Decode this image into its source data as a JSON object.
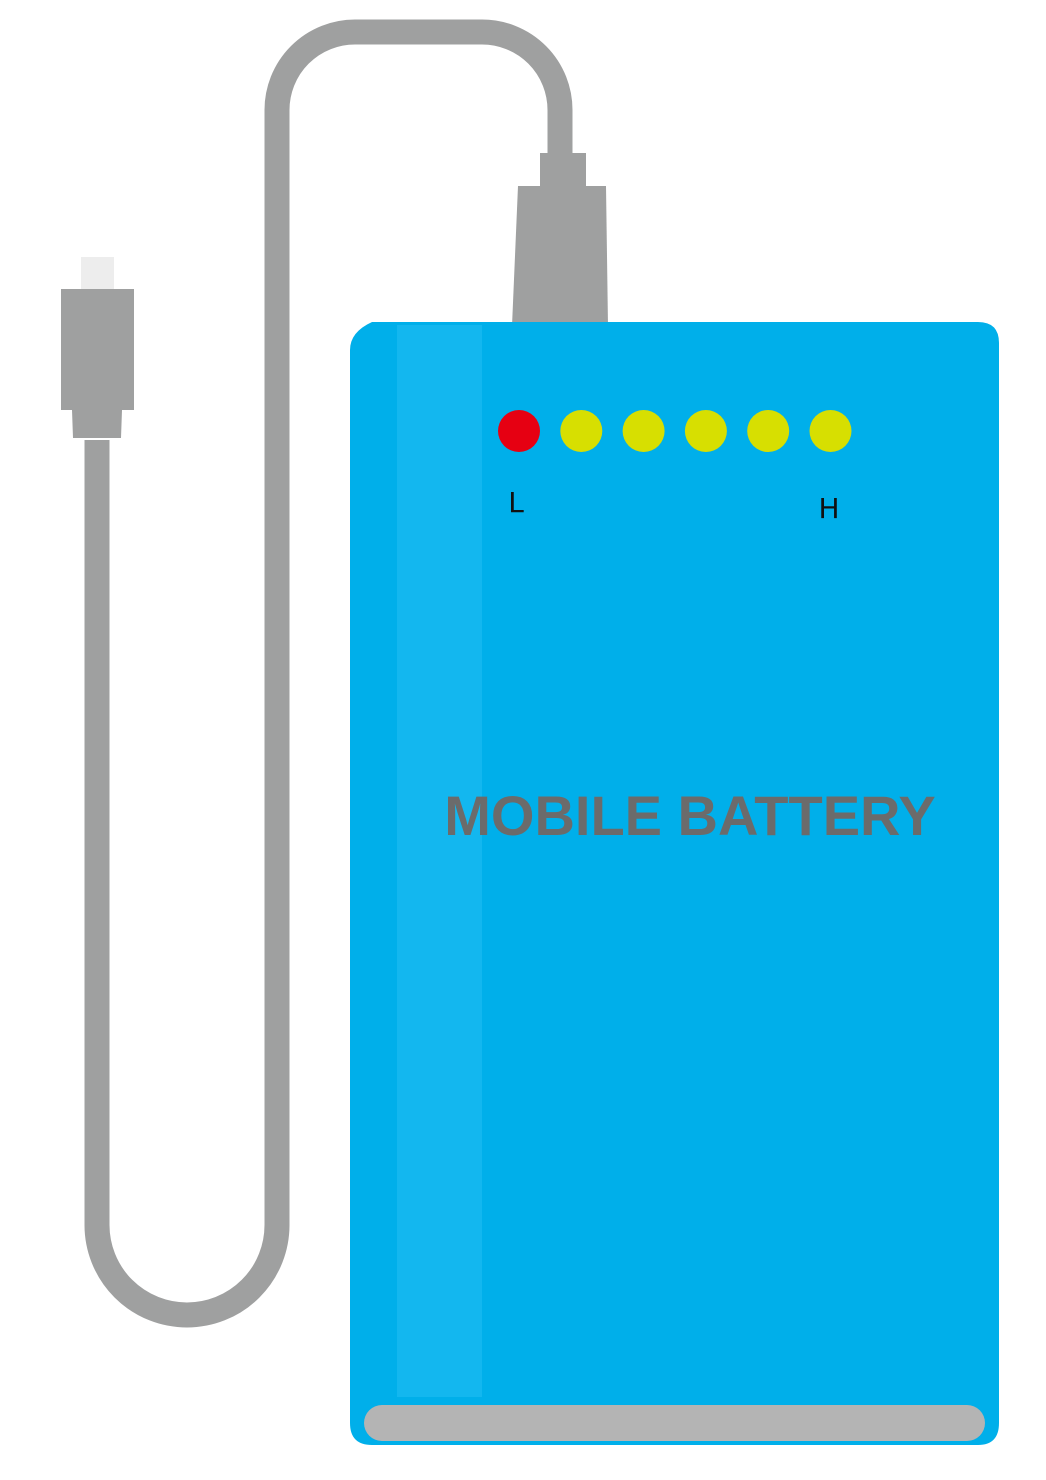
{
  "battery": {
    "title": "MOBILE BATTERY",
    "low_label": "L",
    "high_label": "H",
    "body_color": "#00afea",
    "highlight_color": "#13b7ef",
    "base_color": "#b4b4b4",
    "charge_indicators": [
      {
        "state": "low",
        "color": "#e60012"
      },
      {
        "state": "lit",
        "color": "#d7df01"
      },
      {
        "state": "lit",
        "color": "#d7df01"
      },
      {
        "state": "lit",
        "color": "#d7df01"
      },
      {
        "state": "lit",
        "color": "#d7df01"
      },
      {
        "state": "lit",
        "color": "#d7df01"
      }
    ]
  },
  "cable": {
    "color": "#9fa0a0",
    "connector_tip_color": "#ededed"
  }
}
